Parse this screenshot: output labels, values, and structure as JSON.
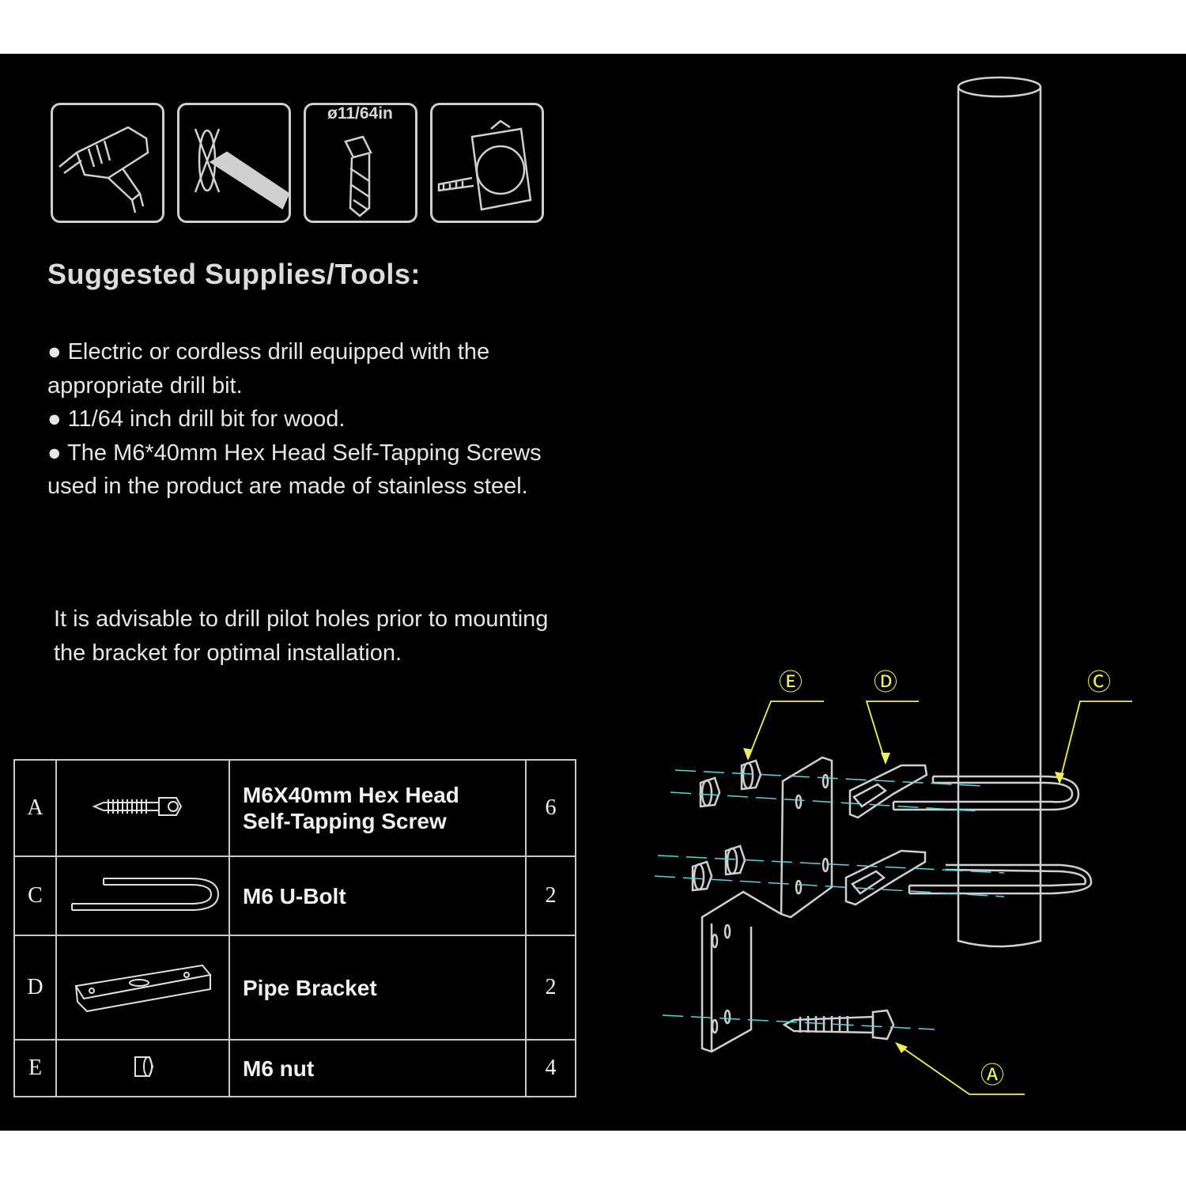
{
  "tools": {
    "icons": [
      "drill-icon",
      "marker-icon",
      "drill-bit-icon",
      "tape-measure-icon"
    ],
    "drill_bit_size": "ø11/64in"
  },
  "supplies": {
    "heading": "Suggested Supplies/Tools:",
    "items": [
      "● Electric or cordless drill equipped with the appropriate drill bit.",
      "● 11/64 inch drill bit for wood.",
      "● The M6*40mm Hex Head Self-Tapping Screws used in the product are made of stainless steel."
    ],
    "advice": "It is advisable to drill pilot holes prior to mounting the bracket for optimal installation."
  },
  "parts": [
    {
      "letter": "A",
      "icon": "hex-screw-icon",
      "name_line1": "M6X40mm Hex Head",
      "name_line2": "Self-Tapping Screw",
      "qty": "6"
    },
    {
      "letter": "C",
      "icon": "u-bolt-icon",
      "name_line1": "M6 U-Bolt",
      "qty": "2"
    },
    {
      "letter": "D",
      "icon": "pipe-bracket-icon",
      "name_line1": "Pipe Bracket",
      "qty": "2"
    },
    {
      "letter": "E",
      "icon": "nut-icon",
      "name_line1": "M6 nut",
      "qty": "4"
    }
  ],
  "diagram": {
    "callouts": [
      "Ⓔ",
      "Ⓓ",
      "Ⓒ",
      "Ⓐ"
    ],
    "callout_color": "#f0f05a"
  },
  "colors": {
    "background": "#000000",
    "line": "#d0d0d0",
    "guide": "#5ad6e0"
  }
}
